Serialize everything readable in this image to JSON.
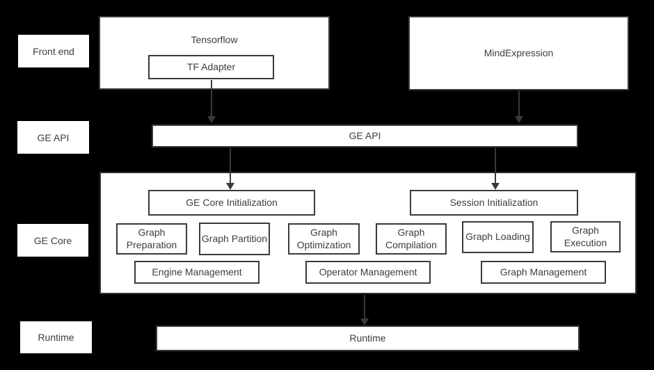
{
  "colors": {
    "background": "#000000",
    "box_fill": "#ffffff",
    "box_border": "#3a3a3a",
    "text": "#3d3d3d"
  },
  "rail": {
    "front_end": "Front end",
    "ge_api": "GE API",
    "ge_core": "GE Core",
    "runtime": "Runtime"
  },
  "front_end": {
    "tensorflow": "Tensorflow",
    "tf_adapter": "TF Adapter",
    "mind_expression": "MindExpression"
  },
  "ge_api_bar": {
    "label": "GE API"
  },
  "ge_core": {
    "init": {
      "ge_core_initialization": "GE Core Initialization",
      "session_initialization": "Session Initialization"
    },
    "stages": [
      "Graph Preparation",
      "Graph Partition",
      "Graph Optimization",
      "Graph Compilation",
      "Graph Loading",
      "Graph Execution"
    ],
    "management": [
      "Engine Management",
      "Operator Management",
      "Graph Management"
    ]
  },
  "runtime_bar": {
    "label": "Runtime"
  }
}
